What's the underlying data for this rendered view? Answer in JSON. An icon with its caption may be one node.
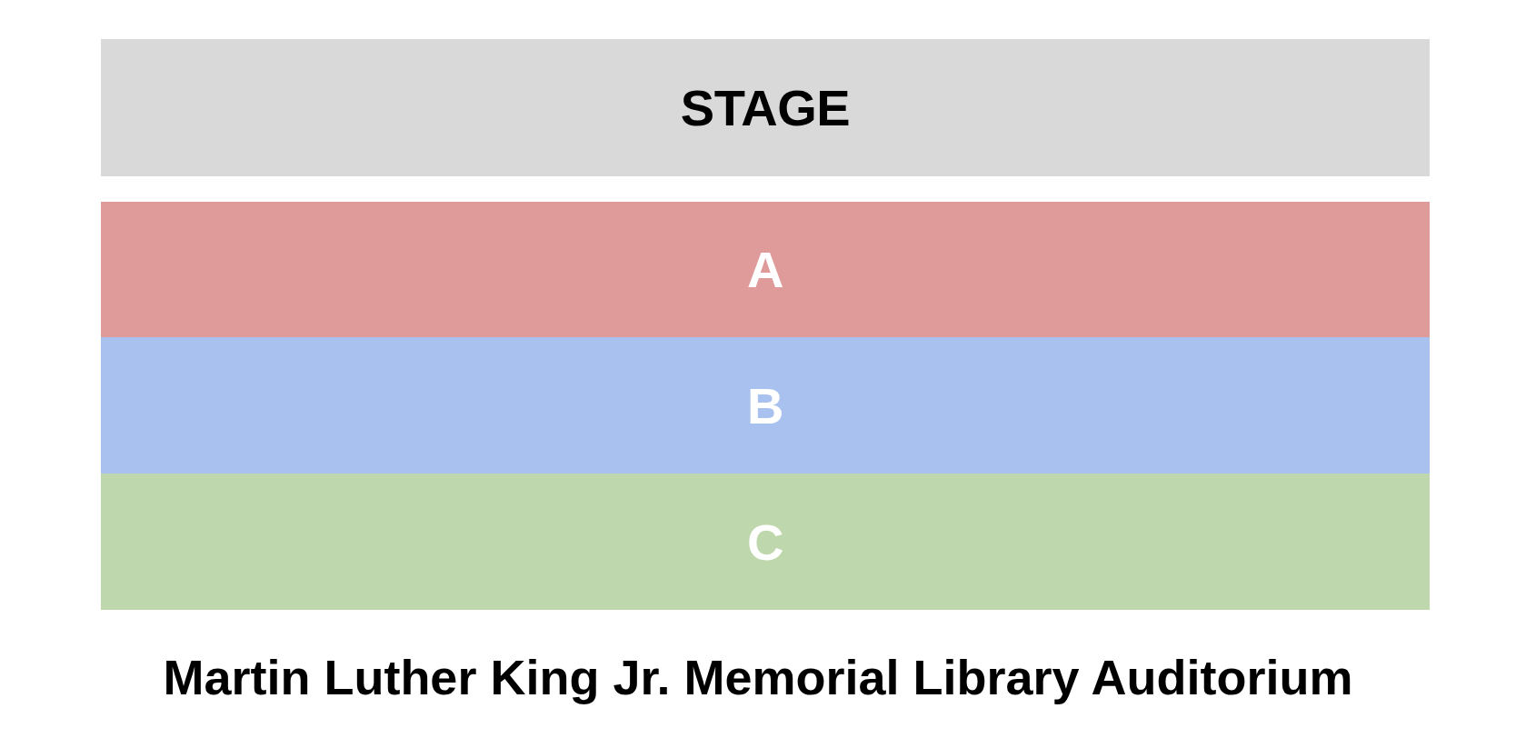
{
  "diagram": {
    "title": "Martin Luther King Jr. Memorial Library Auditorium",
    "nodes": [
      {
        "text": [
          "STAGE"
        ]
      },
      {
        "text": [
          "A"
        ]
      },
      {
        "text": [
          "B"
        ]
      },
      {
        "text": [
          "C"
        ]
      }
    ]
  }
}
